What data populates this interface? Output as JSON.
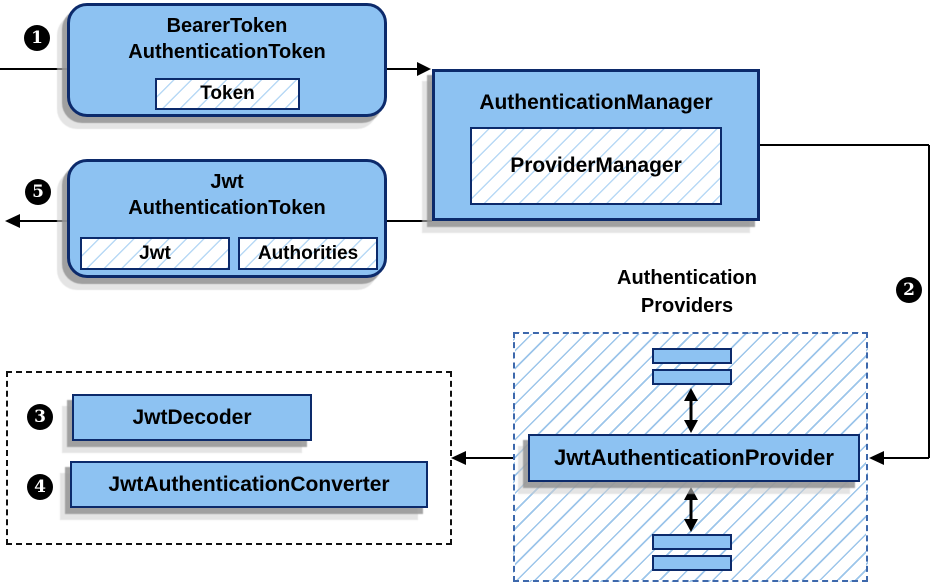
{
  "colors": {
    "node_fill": "#8dc2f2",
    "node_border": "#0c2a6b",
    "hatch_line": "#b8d9f5",
    "providers_hatch": "#9cc5ea",
    "providers_border": "#3d68ac"
  },
  "nodes": {
    "bearer_token": {
      "title_line1": "BearerToken",
      "title_line2": "AuthenticationToken",
      "field": "Token"
    },
    "authentication_manager": {
      "title": "AuthenticationManager",
      "field": "ProviderManager"
    },
    "jwt_authentication_token": {
      "title_line1": "Jwt",
      "title_line2": "AuthenticationToken",
      "field1": "Jwt",
      "field2": "Authorities"
    },
    "jwt_decoder": "JwtDecoder",
    "jwt_authentication_converter": "JwtAuthenticationConverter",
    "jwt_authentication_provider": "JwtAuthenticationProvider",
    "providers_group": {
      "title_line1": "Authentication",
      "title_line2": "Providers"
    }
  },
  "steps": {
    "s1": "1",
    "s2": "2",
    "s3": "3",
    "s4": "4",
    "s5": "5"
  }
}
